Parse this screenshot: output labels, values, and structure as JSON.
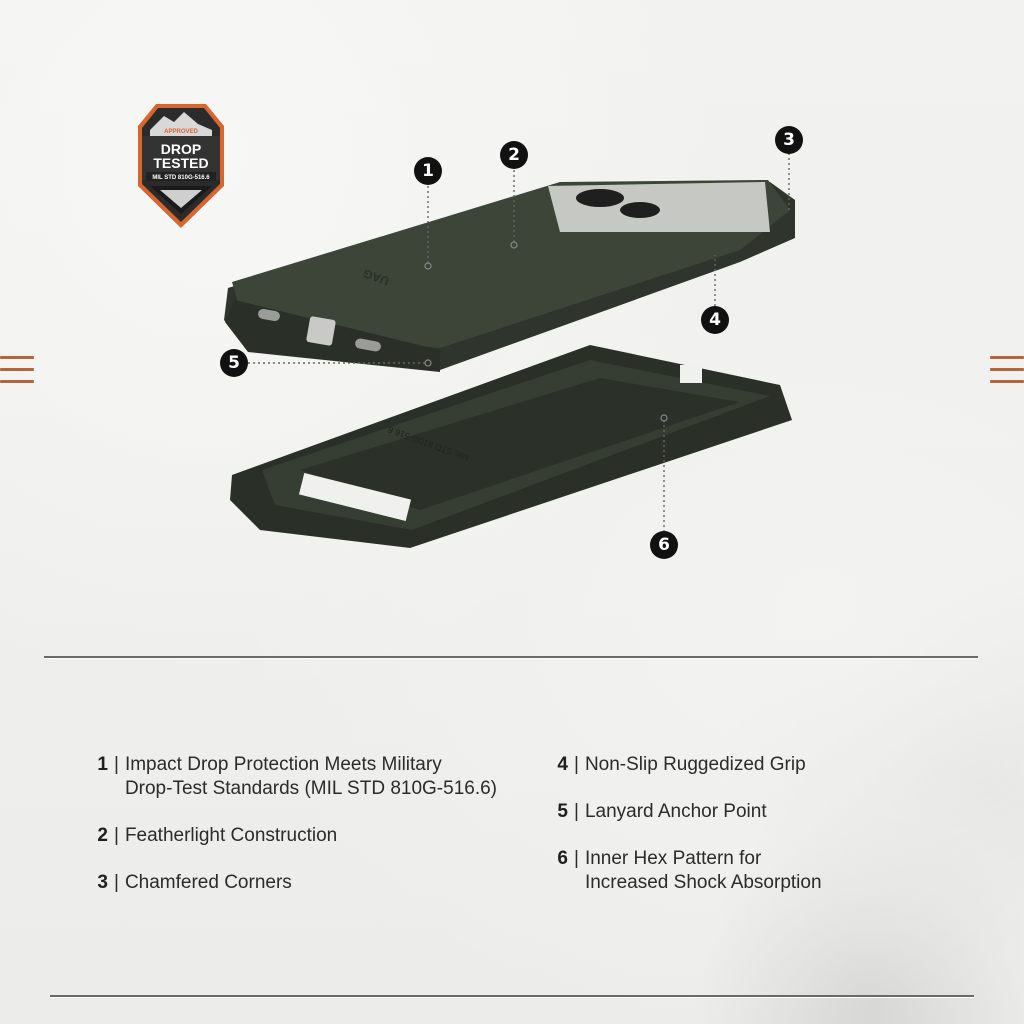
{
  "badge": {
    "top_label": "APPROVED",
    "title_line1": "DROP",
    "title_line2": "TESTED",
    "standard": "MIL STD 810G-516.6",
    "colors": {
      "orange": "#d9652f",
      "dark": "#2b2b2b"
    }
  },
  "product": {
    "brand_mark": "UAG",
    "inner_print": "MIL STD 810G-516.6",
    "case_color": "#3a4237"
  },
  "callouts": [
    "1",
    "2",
    "3",
    "4",
    "5",
    "6"
  ],
  "features": [
    {
      "num": "1",
      "text": "Impact Drop Protection Meets Military\nDrop-Test Standards (MIL STD 810G-516.6)"
    },
    {
      "num": "2",
      "text": "Featherlight Construction"
    },
    {
      "num": "3",
      "text": "Chamfered Corners"
    },
    {
      "num": "4",
      "text": "Non-Slip Ruggedized Grip"
    },
    {
      "num": "5",
      "text": "Lanyard Anchor Point"
    },
    {
      "num": "6",
      "text": "Inner Hex Pattern for\nIncreased Shock Absorption"
    }
  ],
  "separator": "|",
  "accent_color": "#b8643a"
}
